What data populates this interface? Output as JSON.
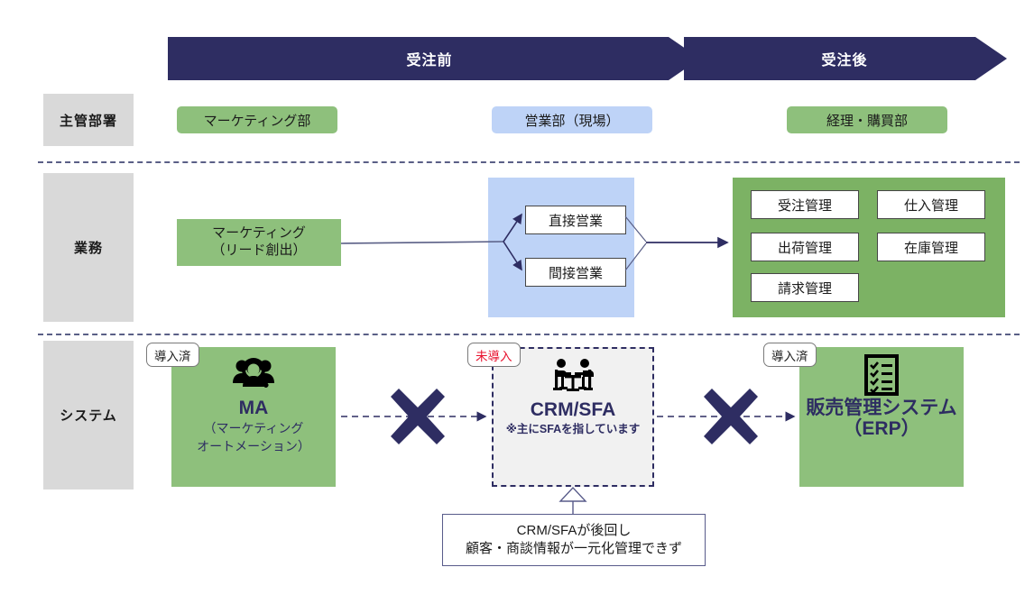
{
  "banner": {
    "phases": [
      {
        "label": "受注前"
      },
      {
        "label": "受注後"
      }
    ],
    "color": "#2e2d62"
  },
  "row_labels": [
    {
      "label": "主管部署"
    },
    {
      "label": "業務"
    },
    {
      "label": "システム"
    }
  ],
  "departments": [
    {
      "label": "マーケティング部",
      "color": "#8ec07c"
    },
    {
      "label": "営業部（現場）",
      "color": "#bed3f7"
    },
    {
      "label": "経理・購買部",
      "color": "#8ec07c"
    }
  ],
  "business": {
    "marketing": {
      "line1": "マーケティング",
      "line2": "（リード創出）"
    },
    "sales_panel": {
      "items": [
        {
          "label": "直接営業"
        },
        {
          "label": "間接営業"
        }
      ]
    },
    "erp_panel": {
      "items": [
        {
          "label": "受注管理"
        },
        {
          "label": "仕入管理"
        },
        {
          "label": "出荷管理"
        },
        {
          "label": "在庫管理"
        },
        {
          "label": "請求管理"
        }
      ]
    }
  },
  "systems": [
    {
      "badge": "導入済",
      "badge_state": "done",
      "icon": "people-search-icon",
      "title": "MA",
      "sub_line1": "（マーケティング",
      "sub_line2": "オートメーション）"
    },
    {
      "badge": "未導入",
      "badge_state": "missing",
      "icon": "meeting-table-icon",
      "title": "CRM/SFA",
      "sub_line1": "※主にSFAを指しています",
      "sub_line2": ""
    },
    {
      "badge": "導入済",
      "badge_state": "done",
      "icon": "checklist-clipboard-icon",
      "title": "販売管理システム",
      "sub_line1": "（ERP）",
      "sub_line2": ""
    }
  ],
  "blockers": [
    {
      "name": "x-mark-left"
    },
    {
      "name": "x-mark-right"
    }
  ],
  "callout": {
    "line1": "CRM/SFAが後回し",
    "line2": "顧客・商談情報が一元化管理できず"
  }
}
